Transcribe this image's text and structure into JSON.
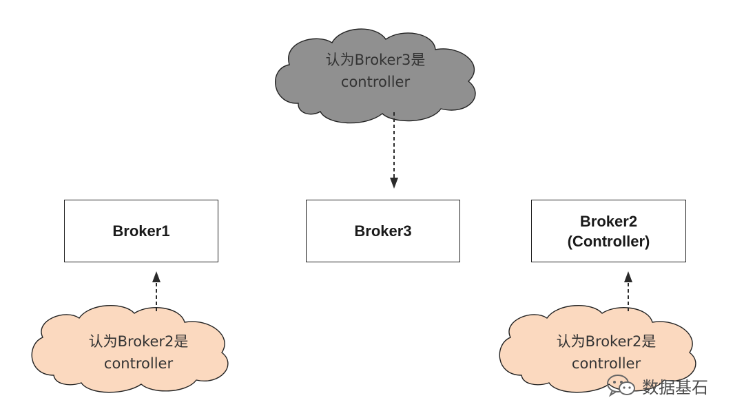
{
  "nodes": {
    "broker1": {
      "label": "Broker1"
    },
    "broker3": {
      "label": "Broker3"
    },
    "broker2": {
      "label": "Broker2",
      "sublabel": "(Controller)"
    }
  },
  "clouds": {
    "top": {
      "line1": "认为Broker3是",
      "line2": "controller",
      "fill": "#909090"
    },
    "left": {
      "line1": "认为Broker2是",
      "line2": "controller",
      "fill": "#fbd9bf"
    },
    "right": {
      "line1": "认为Broker2是",
      "line2": "controller",
      "fill": "#fbd9bf"
    }
  },
  "watermark": {
    "text": "数据基石",
    "icon": "wechat-icon"
  },
  "colors": {
    "stroke": "#1f1f1f",
    "grey_cloud": "#909090",
    "peach_cloud": "#fbd9bf"
  }
}
